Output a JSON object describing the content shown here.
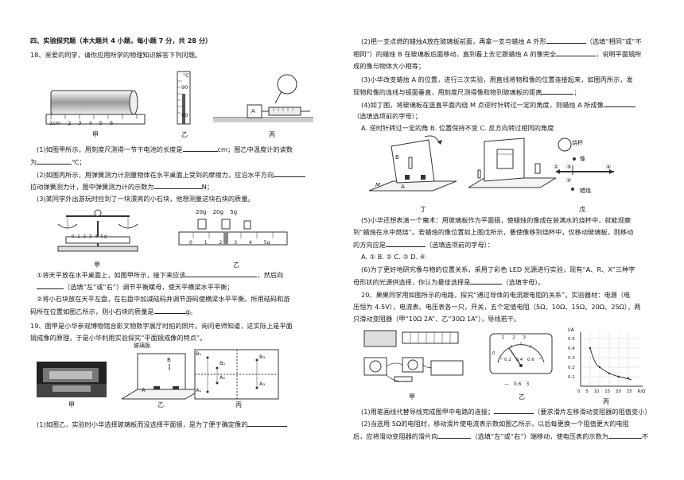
{
  "left": {
    "section_title": "四、实验探究题（本大题共 4 小题，每小题 7 分，共 28 分）",
    "q18_intro": "18、亲爱的同学，请你应用所学的物理知识解答下列问题。",
    "fig1_labels": [
      "甲",
      "乙",
      "丙"
    ],
    "ruler_ticks": [
      "1cm",
      "2",
      "3",
      "4",
      "5",
      "6"
    ],
    "thermo_marks": [
      "°C",
      "90",
      "80"
    ],
    "spring_label": "A",
    "q18_1a": "(1)如图甲所示，用刻度尺测得一节干电池的长度是",
    "q18_1a_unit": "cm；图乙中温度计的读数",
    "q18_1b_pre": "为",
    "q18_1b_unit": "℃；",
    "q18_2a": "(2)如图丙所示，用弹簧测力计测量物体在水平桌面上受到的摩擦力，应沿水平方向",
    "q18_2b": "拉动弹簧测力计，图中弹簧测力计的示数为",
    "q18_2b_unit": "N；",
    "q18_3": "(3)某同学外出游玩时捡到了一块漂亮的小石块，他想测量这块石块的质量。",
    "fig2_labels": [
      "甲",
      "乙"
    ],
    "weights": [
      "20g",
      "20g",
      "5g"
    ],
    "scale_ticks": [
      "0",
      "1",
      "2",
      "3",
      "4",
      "5g"
    ],
    "q18_3_1a": "①将天平放在水平桌面上，如图甲所示，接下来应该",
    "q18_3_1a_end": "，然后向",
    "q18_3_1b": "（选填“左”或“右”）调节平衡螺母，使天平横梁水平平衡；",
    "q18_3_2a": "②将小石块放在天平左盘，在右盘中加减砝码并调节游码使横梁水平平衡。所用砝码和游",
    "q18_3_2b": "码所在位置如图乙所示，则小石块的质量是",
    "q18_3_2b_unit": "g。",
    "q19_a": "19、图甲是小华参观博物馆合影文物数字展厅时拍的照片。询问老师知道，这实际上是平面",
    "q19_b": "镜成像的原理，于是小华利用实验探究“平面镜成像的特点”。",
    "fig3_labels": [
      "甲",
      "乙",
      "丙"
    ],
    "glass_label": "玻璃板",
    "candle_labels": [
      "B",
      "A"
    ],
    "grid_labels": [
      "B₁",
      "B₂",
      "B₃",
      "A₁",
      "A₂",
      "A₃"
    ],
    "q19_1": "(1)如图乙，实验时小华选择玻璃板而没选择平面镜，是为了便于确定像的"
  },
  "right": {
    "q19_2a": "(2)把一支点燃的蜡烛A放在玻璃板前面，再拿一支与蜡烛 A 外形",
    "q19_2a_end": "（选填“相同”或“不",
    "q19_2b": "相同”）的蜡烛 B 在玻璃板后面移动，直到看上去它跟蜡烛 A 的像完全",
    "q19_2b_end": "，说明平面镜所",
    "q19_2c": "成的像与物体大小相等；",
    "q19_3a": "(3)小华改变蜡烛 A 的位置，进行三次实验，用直线将物和像的位置连接起来，如图丙所示，发",
    "q19_3b": "现物和像的连线与镜面垂直，用刻度尺测得像和物到玻璃板的距离",
    "q19_3b_end": "；",
    "q19_4a": "(4)如丁图，将玻璃板在竖直平面内绕 M 点逆时针转过一定的角度，则蜡烛 A 所成像",
    "q19_4b": "（选填选项前的字母）；",
    "q19_4_opts": "A. 逆时针转过一定的角      B. 位置保持不变  C. 反方向转过相同的角度",
    "fig4_labels": [
      "丁",
      "戊"
    ],
    "fig4_M": "M",
    "fig4_B": "B",
    "fig4_A": "A",
    "fig5_texts": [
      "烧杯",
      "像",
      "蜡烛"
    ],
    "fig5_nums": [
      "①",
      "②",
      "③",
      "④"
    ],
    "q19_5a": "(5)小华还想表演一个魔术：用玻璃板作为平面镜，使蜡烛的像成在装满水的烧杯中，就能观察",
    "q19_5b": "到“蜡烛在水中燃烧”。若蜡烛的像位置如上图戊所示，要使像移到烧杯中，仅移动玻璃板，则移动",
    "q19_5c": "的方向应是",
    "q19_5c_end": "（选填选项前的字母）：",
    "q19_5_opts": "A. ①  B. ②  C. ③  D. ④",
    "q19_6a": "(6)为了更好地研究像与物的位置关系，采用了彩色 LED 光源进行实验，现有“A、R、X”三种字",
    "q19_6b": "母形状的光源供选择，你认为最佳选择是",
    "q19_6b_end": "（选填字母）。",
    "q20_a": "20、果果同学用如图所示的电路，探究“通过导体的电流跟电阻的关系”。实验器材：电源（电",
    "q20_b": "压恒为 4.5V），电流表、电压表各一只，开关，五个定值电阻（5Ω、10Ω、15Ω、20Ω、25Ω），两",
    "q20_c": "只滑动变阻器（甲“10Ω  2A”、乙“30Ω  1A”），导线若干。",
    "fig6_labels": [
      "甲",
      "乙",
      "丙"
    ],
    "meter_ticks": [
      "0",
      "1",
      "2",
      "3",
      "0.2",
      "0.4",
      "0.6"
    ],
    "meter_bottom": [
      "—",
      "0.6",
      "3"
    ],
    "graph_y": [
      "I/A",
      "0.5",
      "0.4",
      "0.3",
      "0.2",
      "0.1"
    ],
    "graph_x": [
      "0",
      "5",
      "10",
      "15",
      "20",
      "25",
      "R/Ω"
    ],
    "q20_1a": "(1)用笔画线代替导线完成图甲中电路的连接；",
    "q20_1a_end": "（要求滑片左移滑动变阻器的阻值变小）",
    "q20_2a": "(2)当选用 5Ω的电阻时，移动滑片使电流表示数如图乙所示，以后每更换一个阻值更大的电阻",
    "q20_2b": "后，应将滑动变阻器的滑片向",
    "q20_2b_mid": "（选填“左”或“右”）端移动，使电压表的示数为",
    "q20_2b_end": "不"
  }
}
